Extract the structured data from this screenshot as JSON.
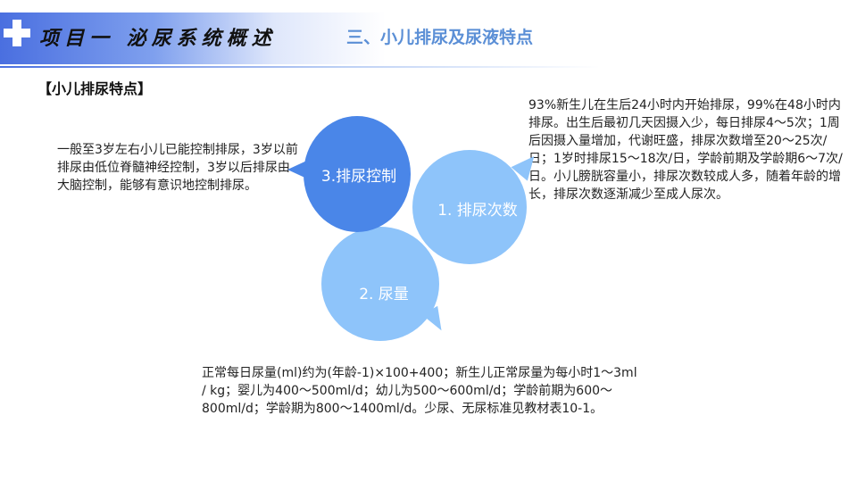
{
  "header": {
    "project_title": "项目一 泌尿系统概述",
    "section_title": "三、小儿排尿及尿液特点"
  },
  "sub_heading": "【小儿排尿特点】",
  "bubbles": {
    "control": "3.排尿控制",
    "frequency": "1. 排尿次数",
    "volume": "2. 尿量"
  },
  "texts": {
    "control": "一般至3岁左右小儿已能控制排尿，3岁以前排尿由低位脊髓神经控制，3岁以后排尿由大脑控制，能够有意识地控制排尿。",
    "frequency": "93%新生儿在生后24小时内开始排尿，99%在48小时内排尿。出生后最初几天因摄入少，每日排尿4～5次；1周后因摄入量增加，代谢旺盛，排尿次数增至20～25次/日；1岁时排尿15～18次/日，学龄前期及学龄期6～7次/日。小儿膀胱容量小，排尿次数较成人多，随着年龄的增长，排尿次数逐渐减少至成人尿次。",
    "volume": "正常每日尿量(ml)约为(年龄-1)×100+400；新生儿正常尿量为每小时1～3ml / kg；婴儿为400～500ml/d；幼儿为500～600ml/d；学龄前期为600～800ml/d；学龄期为800～1400ml/d。少尿、无尿标准见教材表10-1。"
  },
  "colors": {
    "accent_dark": "#4a86e8",
    "accent_light": "#8ec4fa",
    "section_title": "#5b8fd6"
  }
}
